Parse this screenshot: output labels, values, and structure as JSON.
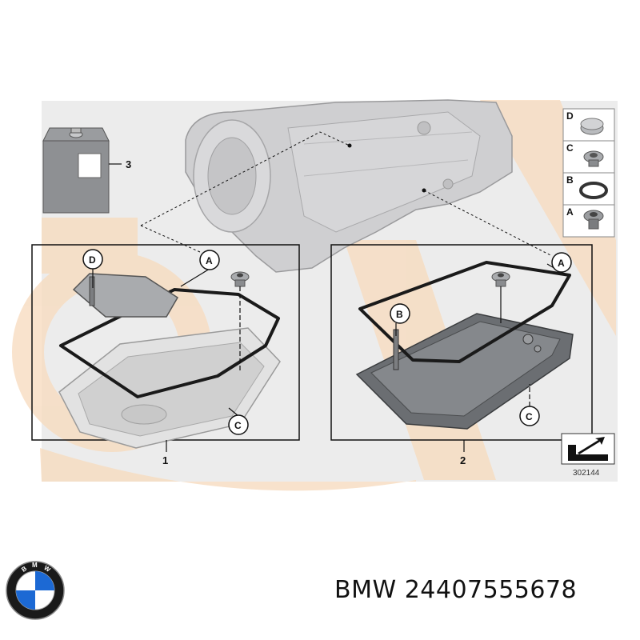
{
  "brand": "BMW",
  "part_number": "24407555678",
  "diagram_number": "302144",
  "logo_letters": "BMW",
  "callouts": {
    "A": "A",
    "B": "B",
    "C": "C",
    "D": "D"
  },
  "parts": {
    "p1": "1",
    "p2": "2",
    "p3": "3"
  },
  "colors": {
    "watermark": "#f6d9b8",
    "frame": "#222222",
    "pan_light": "#dcdcdc",
    "pan_dark": "#6b6e72",
    "logo_blue": "#1c69d4"
  }
}
